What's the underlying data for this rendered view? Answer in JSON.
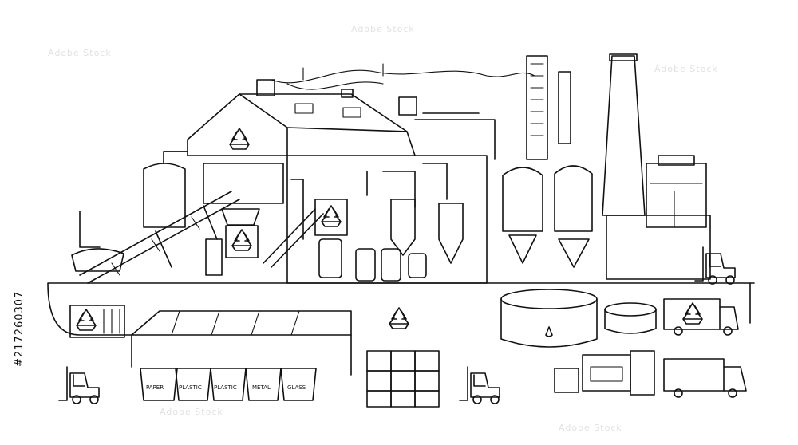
{
  "bins": [
    {
      "label": "PAPER"
    },
    {
      "label": "PLASTIC"
    },
    {
      "label": "PLASTIC"
    },
    {
      "label": "METAL"
    },
    {
      "label": "GLASS"
    }
  ],
  "stock_text": "Adobe Stock",
  "stock_id": "#217260307",
  "icons": [
    "recycle-icon",
    "forklift-icon",
    "truck-icon",
    "chimney",
    "silo",
    "conveyor-belt"
  ],
  "colors": {
    "line": "#111111",
    "background": "#ffffff",
    "watermark": "#dadada"
  }
}
